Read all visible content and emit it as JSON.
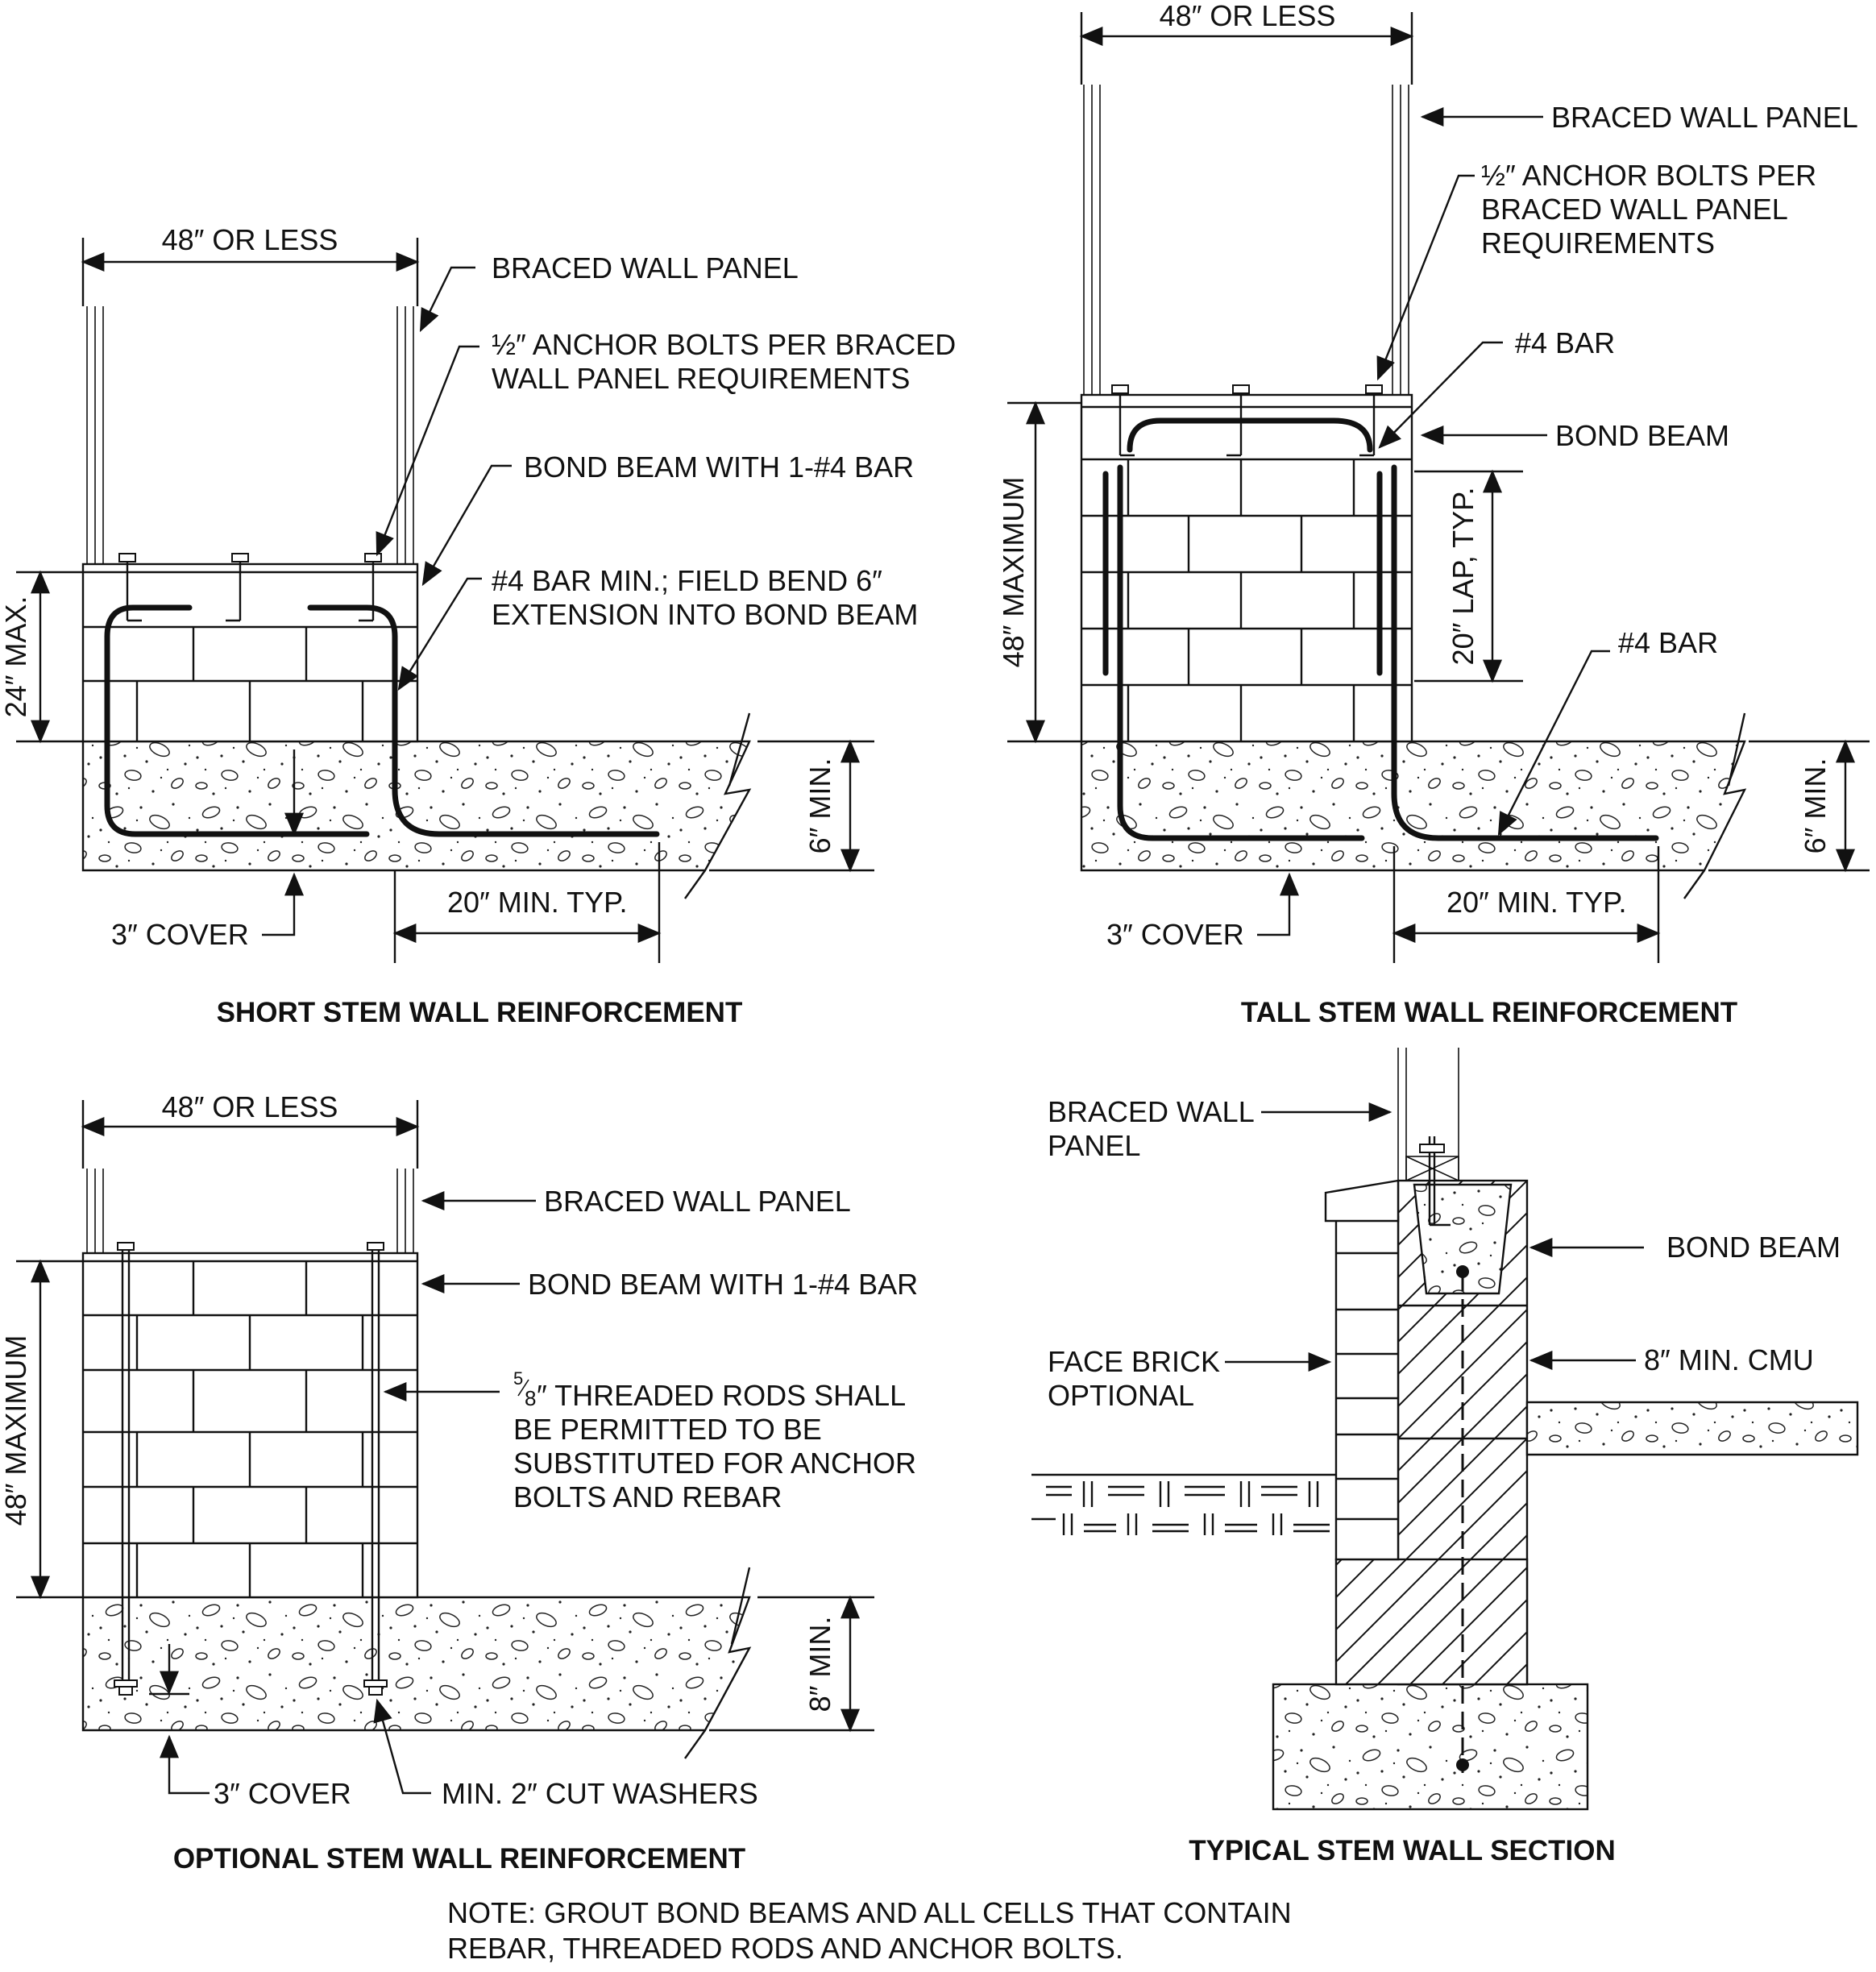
{
  "panels": {
    "short": {
      "title": "SHORT STEM WALL REINFORCEMENT",
      "width_dim": "48″ OR LESS",
      "braced_wall_panel": "BRACED WALL PANEL",
      "anchor_bolts_1": "½″ ANCHOR BOLTS PER BRACED",
      "anchor_bolts_2": "WALL PANEL REQUIREMENTS",
      "bond_beam": "BOND BEAM WITH 1-#4 BAR",
      "bar_note_1": "#4 BAR MIN.; FIELD BEND 6″",
      "bar_note_2": "EXTENSION INTO BOND BEAM",
      "height_dim": "24″ MAX.",
      "footing_dim": "6″ MIN.",
      "cover": "3″ COVER",
      "min_length": "20″ MIN. TYP."
    },
    "tall": {
      "title": "TALL STEM WALL REINFORCEMENT",
      "width_dim": "48″ OR LESS",
      "braced_wall_panel": "BRACED WALL PANEL",
      "anchor_bolts_1": "½″ ANCHOR BOLTS PER",
      "anchor_bolts_2": "BRACED WALL PANEL",
      "anchor_bolts_3": "REQUIREMENTS",
      "bar_top": "#4 BAR",
      "bond_beam": "BOND BEAM",
      "lap": "20″ LAP, TYP.",
      "bar_bottom": "#4 BAR",
      "height_dim": "48″ MAXIMUM",
      "footing_dim": "6″ MIN.",
      "cover": "3″ COVER",
      "min_length": "20″ MIN. TYP."
    },
    "optional": {
      "title": "OPTIONAL STEM WALL REINFORCEMENT",
      "width_dim": "48″ OR LESS",
      "braced_wall_panel": "BRACED WALL PANEL",
      "bond_beam": "BOND BEAM WITH 1-#4 BAR",
      "rods_1_sup": "5",
      "rods_1_sub": "8",
      "rods_1": "″ THREADED RODS SHALL",
      "rods_2": "BE PERMITTED TO BE",
      "rods_3": "SUBSTITUTED FOR ANCHOR",
      "rods_4": "BOLTS AND REBAR",
      "height_dim": "48″ MAXIMUM",
      "footing_dim": "8″ MIN.",
      "cover": "3″ COVER",
      "washers": "MIN. 2″ CUT WASHERS"
    },
    "section": {
      "title": "TYPICAL STEM WALL SECTION",
      "braced_wall_1": "BRACED WALL",
      "braced_wall_2": "PANEL",
      "bond_beam": "BOND BEAM",
      "face_brick_1": "FACE BRICK",
      "face_brick_2": "OPTIONAL",
      "cmu": "8″ MIN. CMU"
    }
  },
  "note_1": "NOTE: GROUT BOND BEAMS AND ALL CELLS THAT CONTAIN",
  "note_2": "REBAR, THREADED RODS AND ANCHOR BOLTS."
}
